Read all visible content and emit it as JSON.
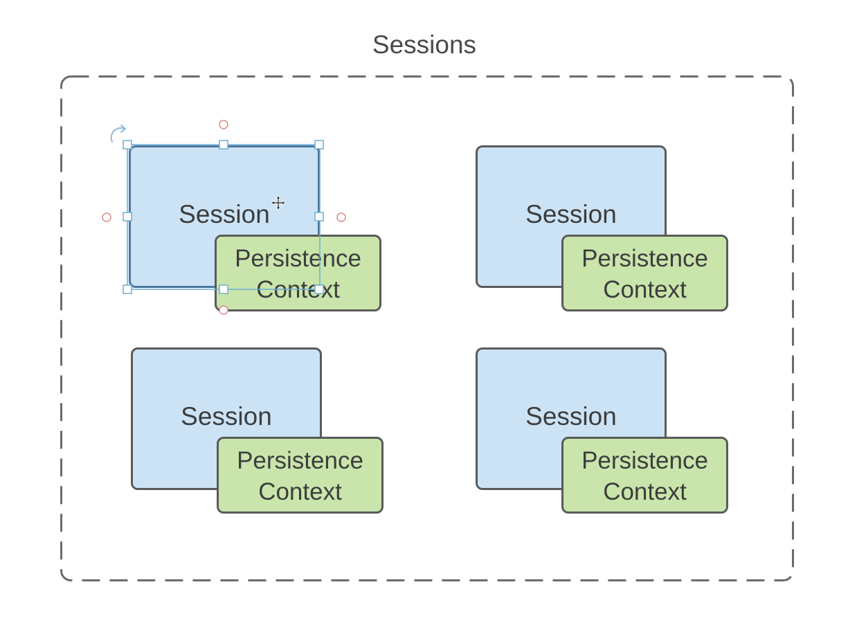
{
  "title": "Sessions",
  "sessions": [
    {
      "label": "Session",
      "context_line1": "Persistence",
      "context_line2": "Context",
      "selected": true
    },
    {
      "label": "Session",
      "context_line1": "Persistence",
      "context_line2": "Context",
      "selected": false
    },
    {
      "label": "Session",
      "context_line1": "Persistence",
      "context_line2": "Context",
      "selected": false
    },
    {
      "label": "Session",
      "context_line1": "Persistence",
      "context_line2": "Context",
      "selected": false
    }
  ],
  "colors": {
    "session_fill": "#cce3f5",
    "context_fill": "#c9e5ab",
    "border": "#5a5a5a",
    "selection": "#6aaed6",
    "rotate_handle": "#d98a8a"
  },
  "icons": {
    "cursor": "move-cursor-icon",
    "rotate": "rotate-handle-icon"
  }
}
